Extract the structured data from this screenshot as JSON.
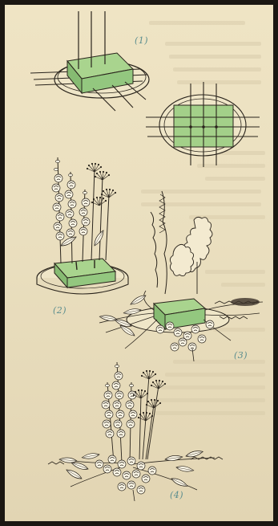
{
  "figure": {
    "captions": [
      "(1)",
      "(2)",
      "(3)",
      "(4)"
    ],
    "foam_color": "#93c77f",
    "caption_color": "#5a8d8e",
    "paper_color": "#ece2c2"
  }
}
